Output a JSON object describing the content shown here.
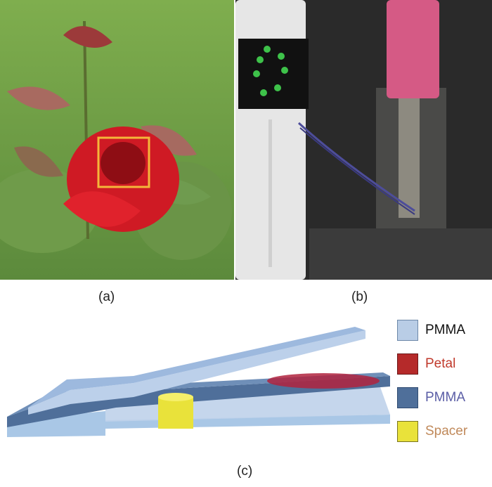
{
  "panels": {
    "a": {
      "label": "(a)"
    },
    "b": {
      "label": "(b)"
    },
    "c": {
      "label": "(c)"
    }
  },
  "legend": [
    {
      "label": "PMMA",
      "color": "#b9cde6",
      "text_color": "#111111"
    },
    {
      "label": "Petal",
      "color": "#b52a2a",
      "text_color": "#c0392b"
    },
    {
      "label": "PMMA",
      "color": "#4f6f9a",
      "text_color": "#5b5ea6"
    },
    {
      "label": "Spacer",
      "color": "#e9e23a",
      "text_color": "#c0895a"
    }
  ]
}
